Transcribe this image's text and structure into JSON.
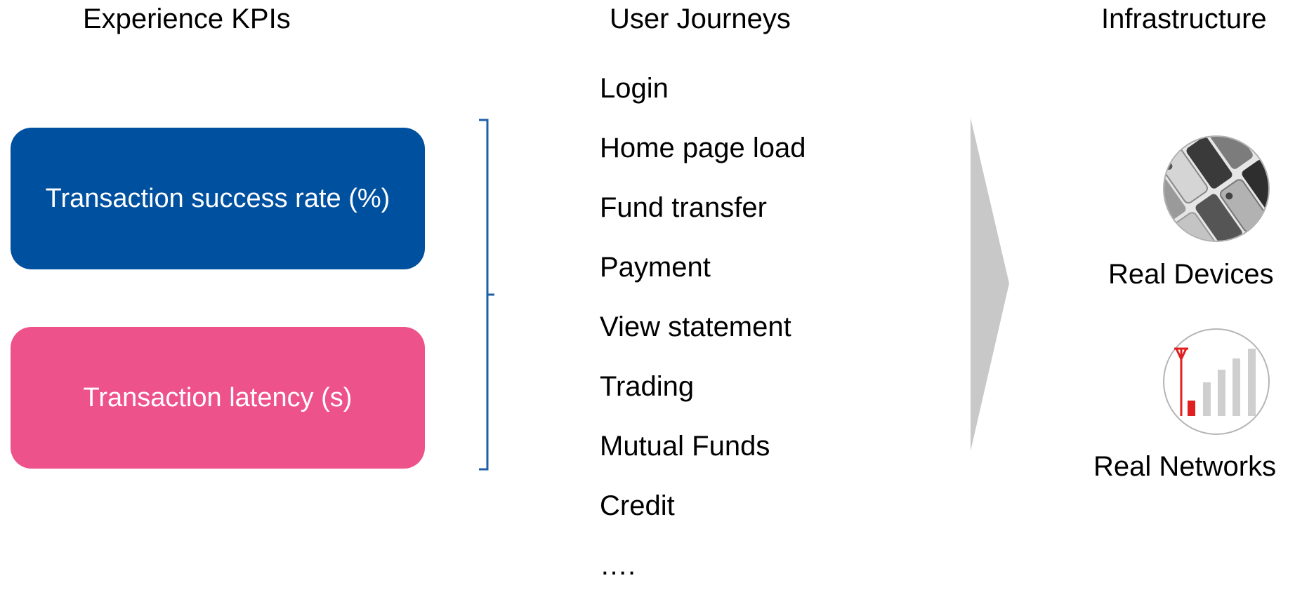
{
  "headings": {
    "kpis": "Experience KPIs",
    "journeys": "User Journeys",
    "infrastructure": "Infrastructure"
  },
  "kpis": [
    {
      "label": "Transaction success rate (%)",
      "color": "#0050A0"
    },
    {
      "label": "Transaction latency (s)",
      "color": "#EE528A"
    }
  ],
  "journeys": [
    "Login",
    "Home page load",
    "Fund transfer",
    "Payment",
    "View statement",
    "Trading",
    "Mutual Funds",
    "Credit",
    "…."
  ],
  "infrastructure": [
    {
      "label": "Real Devices",
      "icon": "devices-photo-icon"
    },
    {
      "label": "Real Networks",
      "icon": "signal-tower-icon"
    }
  ],
  "colors": {
    "bracket": "#1F5FA8",
    "chevron": "#C8C8C8",
    "signal_active": "#E02020",
    "signal_inactive": "#CFCFCF"
  }
}
